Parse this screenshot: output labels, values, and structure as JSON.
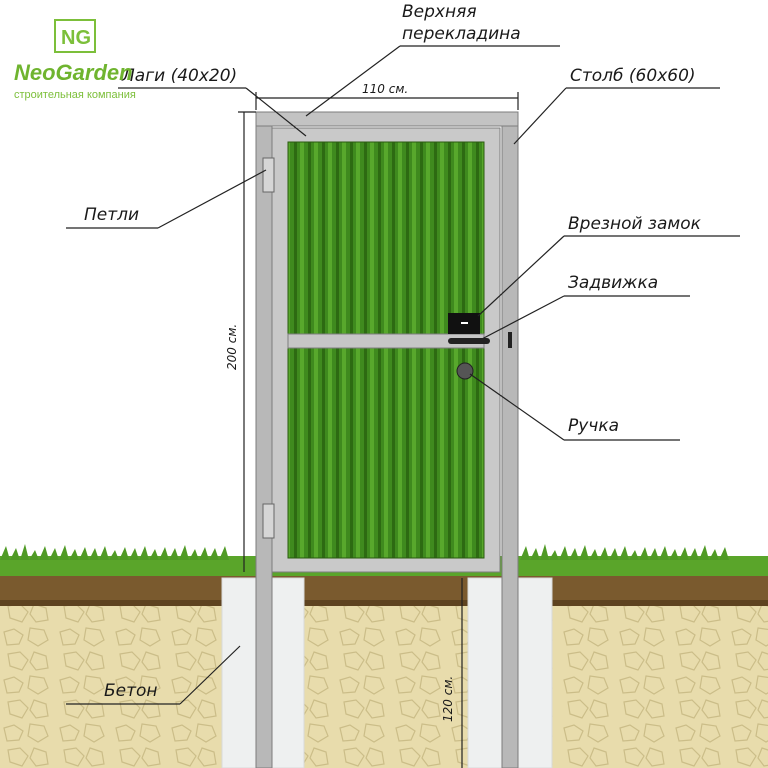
{
  "logo": {
    "mark": "NG",
    "name": "NeoGarden",
    "subtitle": "строительная компания",
    "color": "#6fb42f"
  },
  "labels": {
    "top_crossbar_line1": "Верхняя",
    "top_crossbar_line2": "перекладина",
    "lags": "Лаги (40x20)",
    "post": "Столб (60x60)",
    "hinges": "Петли",
    "mortise_lock": "Врезной замок",
    "latch": "Задвижка",
    "handle": "Ручка",
    "concrete": "Бетон"
  },
  "dimensions": {
    "width": "110 см.",
    "height": "200 см.",
    "depth": "120 см."
  },
  "colors": {
    "panel_green": "#3f8a1e",
    "frame_gray": "#b8b8b8",
    "soil_brown": "#7a5a2e",
    "sand": "#e6d9a8",
    "concrete": "#eef0f0",
    "grass": "#4f9a25"
  }
}
